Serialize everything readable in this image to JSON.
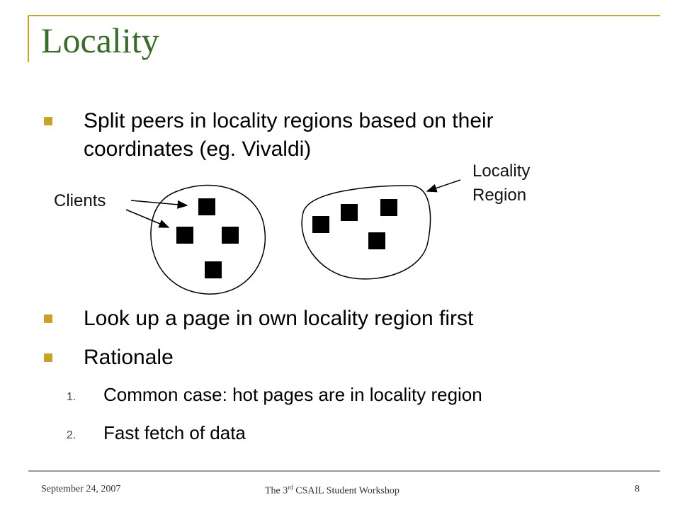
{
  "slide": {
    "title": "Locality",
    "bullets": [
      {
        "line1": "Split peers in locality regions based on their",
        "line2": "coordinates (eg. Vivaldi)"
      },
      {
        "line1": "Look up a page in own locality region first"
      },
      {
        "line1": "Rationale"
      }
    ],
    "subitems": [
      {
        "number": "1.",
        "text": "Common case: hot pages are in locality region"
      },
      {
        "number": "2.",
        "text": "Fast fetch of data"
      }
    ],
    "diagram": {
      "clients_label": "Clients",
      "region_label_line1": "Locality",
      "region_label_line2": "Region"
    },
    "footer": {
      "date": "September 24, 2007",
      "workshop_prefix": "The 3",
      "workshop_sup": "rd",
      "workshop_suffix": " CSAIL Student Workshop",
      "page_number": "8"
    },
    "colors": {
      "title": "#3a6b2a",
      "bullet": "#c9a227",
      "frame_accent": "#c9a227"
    }
  }
}
